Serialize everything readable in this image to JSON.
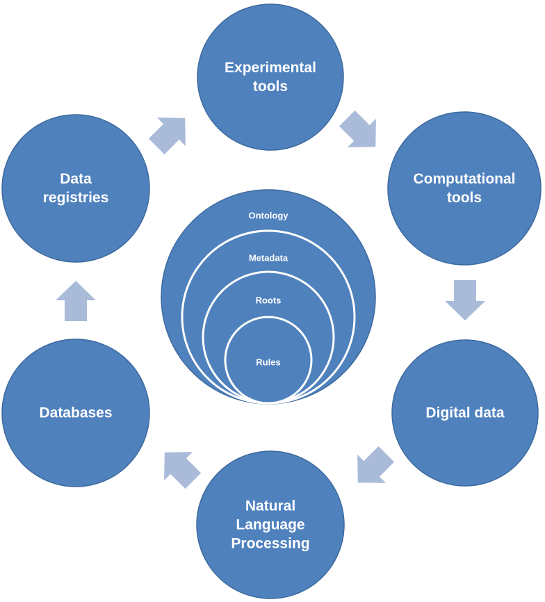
{
  "colors": {
    "node_fill": "#4F81BD",
    "node_stroke": "#3D6A9E",
    "arrow_fill": "#A9BBD9",
    "ring_stroke": "#FFFFFF"
  },
  "nodes": [
    {
      "id": "experimental-tools",
      "lines": [
        "Experimental",
        "tools"
      ]
    },
    {
      "id": "computational-tools",
      "lines": [
        "Computational",
        "tools"
      ]
    },
    {
      "id": "digital-data",
      "lines": [
        "Digital data"
      ]
    },
    {
      "id": "natural-language-processing",
      "lines": [
        "Natural",
        "Language",
        "Processing"
      ]
    },
    {
      "id": "databases",
      "lines": [
        "Databases"
      ]
    },
    {
      "id": "data-registries",
      "lines": [
        "Data",
        "registries"
      ]
    }
  ],
  "center_layers": [
    {
      "id": "ontology",
      "label": "Ontology"
    },
    {
      "id": "metadata",
      "label": "Metadata"
    },
    {
      "id": "roots",
      "label": "Roots"
    },
    {
      "id": "rules",
      "label": "Rules"
    }
  ],
  "arrows": [
    {
      "id": "arrow-registries-to-experimental",
      "direction": "up-right"
    },
    {
      "id": "arrow-experimental-to-computational",
      "direction": "down-right"
    },
    {
      "id": "arrow-computational-to-digital",
      "direction": "down"
    },
    {
      "id": "arrow-digital-to-nlp",
      "direction": "down-left"
    },
    {
      "id": "arrow-nlp-to-databases",
      "direction": "up-left"
    },
    {
      "id": "arrow-databases-to-registries",
      "direction": "up"
    }
  ]
}
